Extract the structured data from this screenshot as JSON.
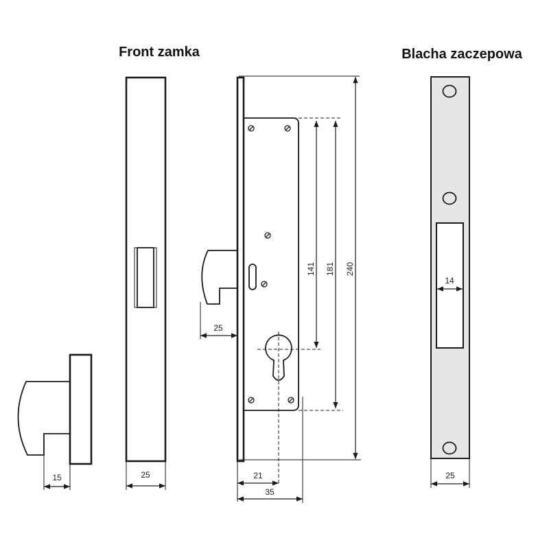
{
  "titles": {
    "front": "Front zamka",
    "strike": "Blacha zaczepowa"
  },
  "dimensions": {
    "latch_depth": "15",
    "front_width": "25",
    "latch_projection": "25",
    "dist_141": "141",
    "dist_181": "181",
    "height_240": "240",
    "backset": "21",
    "body_depth": "35",
    "strike_opening": "14",
    "strike_width": "25"
  },
  "colors": {
    "strike_plate_fill": "#e6e6e8",
    "line": "#1a1a1a"
  }
}
